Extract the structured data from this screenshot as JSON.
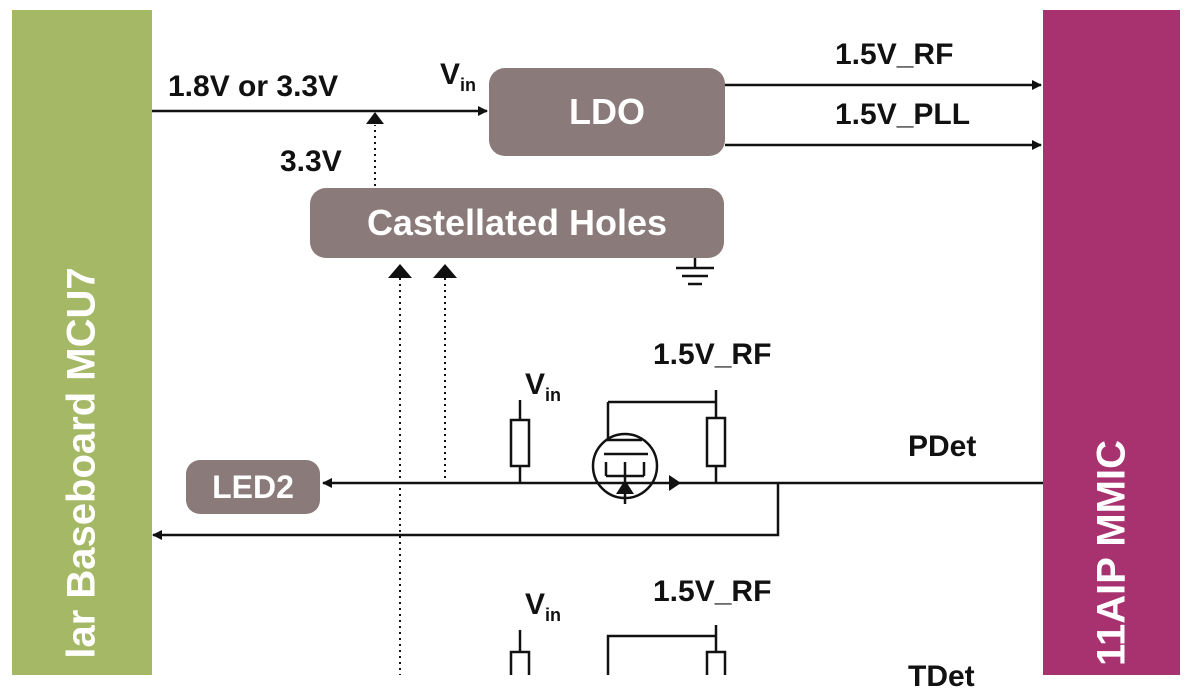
{
  "left_block": {
    "label": "lar Baseboard MCU7"
  },
  "right_block": {
    "label": "11AIP MMIC"
  },
  "ldo": {
    "label": "LDO"
  },
  "castellated_holes": {
    "label": "Castellated Holes"
  },
  "led2": {
    "label": "LED2"
  },
  "labels": {
    "supply_in": "1.8V or 3.3V",
    "vin_ldo": "V",
    "vin_sub": "in",
    "supply_33": "3.3V",
    "rail_rf": "1.5V_RF",
    "rail_pll": "1.5V_PLL",
    "vin_upper": "V",
    "vin_upper_sub": "in",
    "rf_upper": "1.5V_RF",
    "pdet": "PDet",
    "vin_lower": "V",
    "vin_lower_sub": "in",
    "rf_lower": "1.5V_RF",
    "tdet_partial": "TDet"
  },
  "colors": {
    "left_block": "#a5b865",
    "right_block": "#a8316f",
    "boxes": "#8a7a7a"
  }
}
